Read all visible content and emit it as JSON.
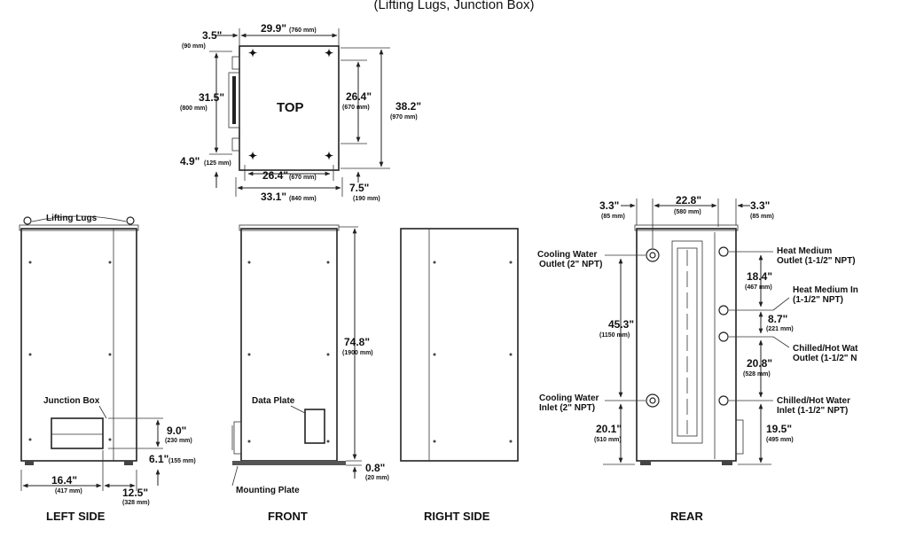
{
  "header_fragment": "(Lifting Lugs, Junction Box)",
  "views": {
    "top": "TOP",
    "left": "LEFT SIDE",
    "front": "FRONT",
    "right": "RIGHT SIDE",
    "rear": "REAR"
  },
  "labels": {
    "lifting_lugs": "Lifting Lugs",
    "junction_box": "Junction Box",
    "data_plate": "Data Plate",
    "mounting_plate": "Mounting Plate",
    "cooling_outlet_1": "Cooling Water",
    "cooling_outlet_2": "Outlet (2\" NPT)",
    "cooling_inlet_1": "Cooling Water",
    "cooling_inlet_2": "Inlet (2\" NPT)",
    "heat_outlet_1": "Heat Medium",
    "heat_outlet_2": "Outlet (1-1/2\" NPT)",
    "heat_inlet_1": "Heat Medium In",
    "heat_inlet_2": "(1-1/2\" NPT)",
    "chw_outlet_1": "Chilled/Hot Wat",
    "chw_outlet_2": "Outlet (1-1/2\" N",
    "chw_inlet_1": "Chilled/Hot Water",
    "chw_inlet_2": "Inlet (1-1/2\" NPT)"
  },
  "dims": {
    "top_3_5": {
      "in": "3.5\"",
      "mm": "(90 mm)"
    },
    "top_29_9": {
      "in": "29.9\"",
      "mm": "(760 mm)"
    },
    "top_31_5": {
      "in": "31.5\"",
      "mm": "(800 mm)"
    },
    "top_26_4_v": {
      "in": "26.4\"",
      "mm": "(670 mm)"
    },
    "top_38_2": {
      "in": "38.2\"",
      "mm": "(970 mm)"
    },
    "top_4_9": {
      "in": "4.9\"",
      "mm": "(125 mm)"
    },
    "top_26_4_h": {
      "in": "26.4\"",
      "mm": "(670 mm)"
    },
    "top_7_5": {
      "in": "7.5\"",
      "mm": "(190 mm)"
    },
    "top_33_1": {
      "in": "33.1\"",
      "mm": "(840 mm)"
    },
    "left_9_0": {
      "in": "9.0\"",
      "mm": "(230 mm)"
    },
    "left_6_1": {
      "in": "6.1\"",
      "mm": "(155 mm)"
    },
    "left_16_4": {
      "in": "16.4\"",
      "mm": "(417 mm)"
    },
    "left_12_5": {
      "in": "12.5\"",
      "mm": "(328 mm)"
    },
    "front_74_8": {
      "in": "74.8\"",
      "mm": "(1900 mm)"
    },
    "front_0_8": {
      "in": "0.8\"",
      "mm": "(20 mm)"
    },
    "rear_3_3_l": {
      "in": "3.3\"",
      "mm": "(85 mm)"
    },
    "rear_22_8": {
      "in": "22.8\"",
      "mm": "(580 mm)"
    },
    "rear_3_3_r": {
      "in": "3.3\"",
      "mm": "(85 mm)"
    },
    "rear_45_3": {
      "in": "45.3\"",
      "mm": "(1150 mm)"
    },
    "rear_20_1": {
      "in": "20.1\"",
      "mm": "(510 mm)"
    },
    "rear_18_4": {
      "in": "18.4\"",
      "mm": "(467 mm)"
    },
    "rear_8_7": {
      "in": "8.7\"",
      "mm": "(221 mm)"
    },
    "rear_20_8": {
      "in": "20.8\"",
      "mm": "(528 mm)"
    },
    "rear_19_5": {
      "in": "19.5\"",
      "mm": "(495 mm)"
    }
  }
}
